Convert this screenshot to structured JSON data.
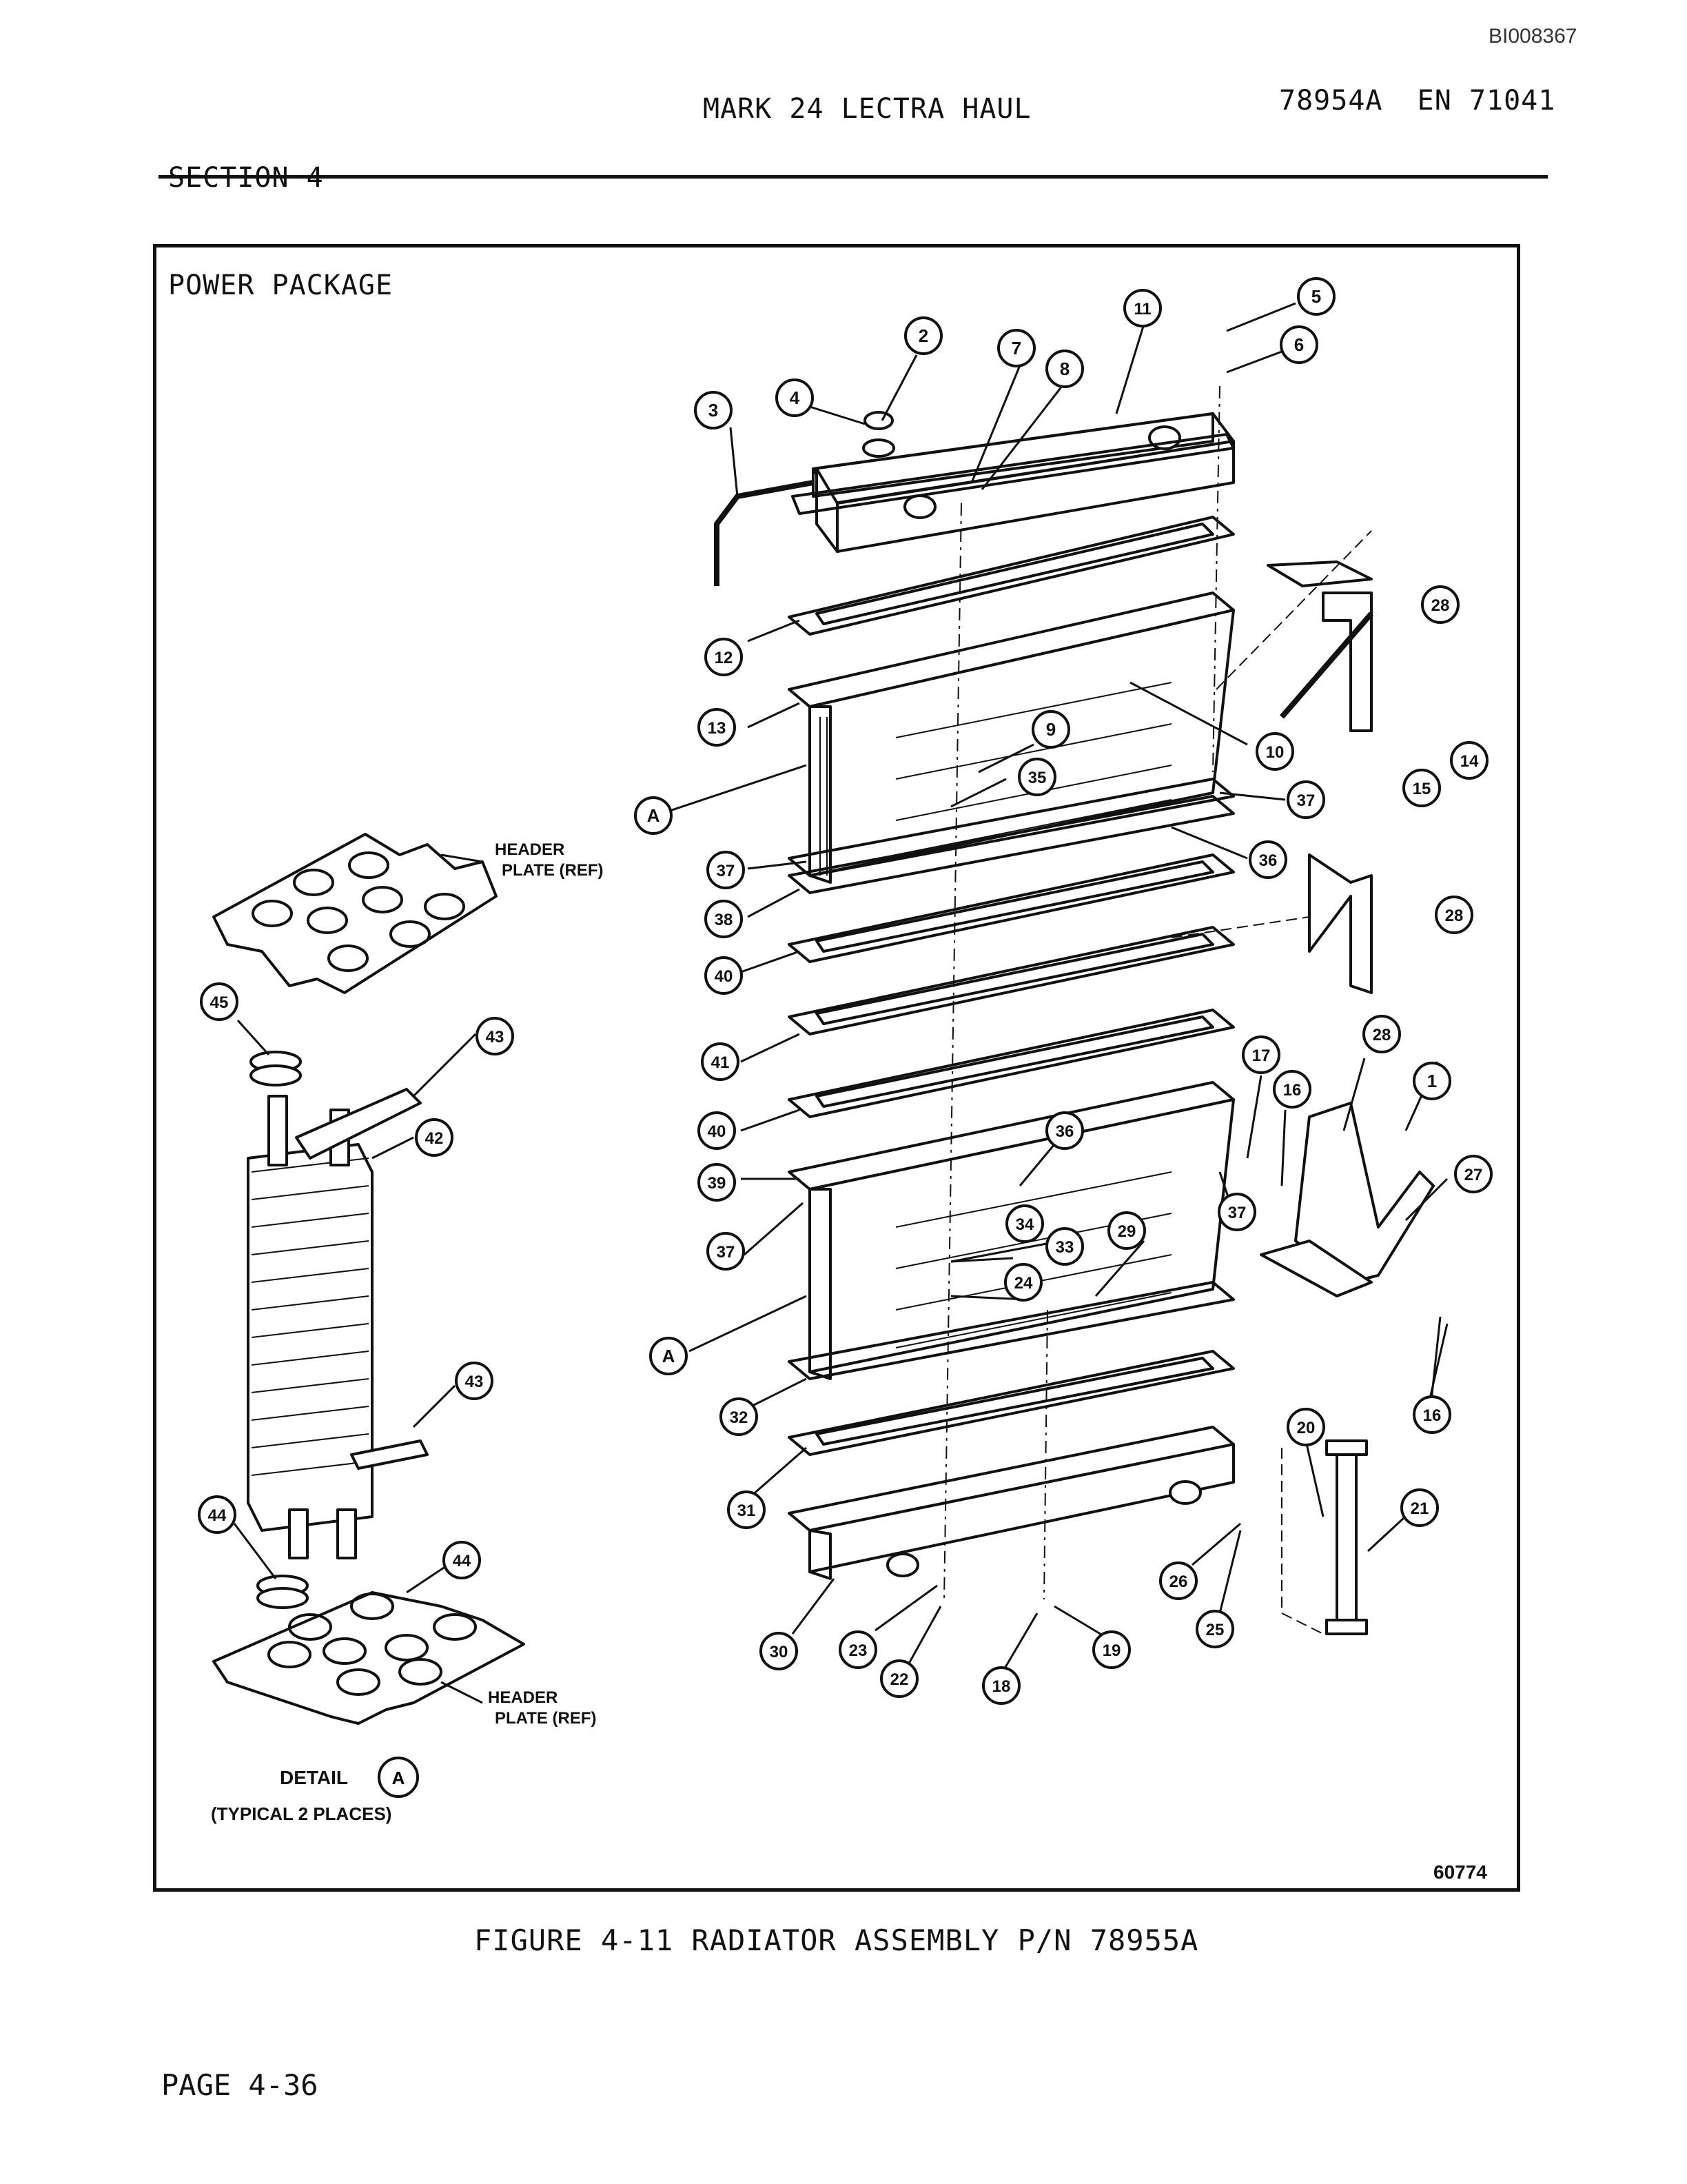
{
  "header": {
    "doc_id": "BI008367",
    "section": "SECTION 4",
    "subsection": "POWER PACKAGE",
    "model": "MARK 24 LECTRA HAUL",
    "part_ref": "78954A  EN 71041"
  },
  "figure": {
    "figure_number": "60774",
    "caption": "FIGURE 4-11 RADIATOR ASSEMBLY P/N 78955A",
    "labels": {
      "header_plate_top": [
        "HEADER",
        "PLATE (REF)"
      ],
      "header_plate_bottom": [
        "HEADER",
        "PLATE (REF)"
      ],
      "detail": "DETAIL",
      "detail_ref": "A",
      "detail_note": "(TYPICAL 2 PLACES)"
    },
    "callouts": [
      {
        "id": "c1",
        "label": "1"
      },
      {
        "id": "c2",
        "label": "2"
      },
      {
        "id": "c3",
        "label": "3"
      },
      {
        "id": "c4",
        "label": "4"
      },
      {
        "id": "c5",
        "label": "5"
      },
      {
        "id": "c6",
        "label": "6"
      },
      {
        "id": "c7",
        "label": "7"
      },
      {
        "id": "c8",
        "label": "8"
      },
      {
        "id": "c9",
        "label": "9"
      },
      {
        "id": "c10",
        "label": "10"
      },
      {
        "id": "c11",
        "label": "11"
      },
      {
        "id": "c12",
        "label": "12"
      },
      {
        "id": "c13",
        "label": "13"
      },
      {
        "id": "c14",
        "label": "14"
      },
      {
        "id": "c15",
        "label": "15"
      },
      {
        "id": "c16a",
        "label": "16"
      },
      {
        "id": "c16b",
        "label": "16"
      },
      {
        "id": "c17",
        "label": "17"
      },
      {
        "id": "c18",
        "label": "18"
      },
      {
        "id": "c19",
        "label": "19"
      },
      {
        "id": "c20",
        "label": "20"
      },
      {
        "id": "c21",
        "label": "21"
      },
      {
        "id": "c22",
        "label": "22"
      },
      {
        "id": "c23",
        "label": "23"
      },
      {
        "id": "c24",
        "label": "24"
      },
      {
        "id": "c25",
        "label": "25"
      },
      {
        "id": "c26",
        "label": "26"
      },
      {
        "id": "c27",
        "label": "27"
      },
      {
        "id": "c28a",
        "label": "28"
      },
      {
        "id": "c28b",
        "label": "28"
      },
      {
        "id": "c28c",
        "label": "28"
      },
      {
        "id": "c29",
        "label": "29"
      },
      {
        "id": "c30",
        "label": "30"
      },
      {
        "id": "c31",
        "label": "31"
      },
      {
        "id": "c32",
        "label": "32"
      },
      {
        "id": "c33",
        "label": "33"
      },
      {
        "id": "c34",
        "label": "34"
      },
      {
        "id": "c35",
        "label": "35"
      },
      {
        "id": "c36a",
        "label": "36"
      },
      {
        "id": "c36b",
        "label": "36"
      },
      {
        "id": "c37a",
        "label": "37"
      },
      {
        "id": "c37b",
        "label": "37"
      },
      {
        "id": "c37c",
        "label": "37"
      },
      {
        "id": "c37d",
        "label": "37"
      },
      {
        "id": "c38",
        "label": "38"
      },
      {
        "id": "c39",
        "label": "39"
      },
      {
        "id": "c40a",
        "label": "40"
      },
      {
        "id": "c40b",
        "label": "40"
      },
      {
        "id": "c41",
        "label": "41"
      },
      {
        "id": "c42",
        "label": "42"
      },
      {
        "id": "c43a",
        "label": "43"
      },
      {
        "id": "c43b",
        "label": "43"
      },
      {
        "id": "c44a",
        "label": "44"
      },
      {
        "id": "c44b",
        "label": "44"
      },
      {
        "id": "c45",
        "label": "45"
      },
      {
        "id": "cA1",
        "label": "A"
      },
      {
        "id": "cA2",
        "label": "A"
      }
    ]
  },
  "footer": {
    "page": "PAGE 4-36"
  }
}
